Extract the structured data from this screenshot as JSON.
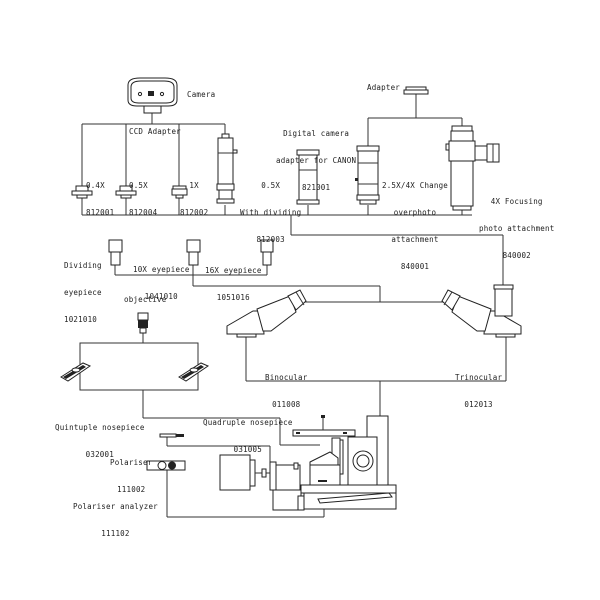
{
  "diagram": {
    "title": "Inverted metallurgical microscope accessory system diagram",
    "components": {
      "camera": {
        "label": "Camera"
      },
      "ccd_adapter": {
        "label": "CCD Adapter"
      },
      "adapter_04x": {
        "label": "0.4X",
        "code": "812001"
      },
      "adapter_05x": {
        "label": "0.5X",
        "code": "812004"
      },
      "adapter_1x": {
        "label": "1X",
        "code": "812002"
      },
      "adapter_05x_dividing": {
        "label": "0.5X",
        "label2": "With dividing",
        "code": "812003"
      },
      "digital_camera_adapter": {
        "label": "Digital camera",
        "label2": "adapter for CANON",
        "code": "821001"
      },
      "adapter": {
        "label": "Adapter"
      },
      "change_overphoto": {
        "label": "2.5X/4X Change",
        "label2": "overphoto",
        "label3": "attachment",
        "code": "840001"
      },
      "focusing_photo": {
        "label": "4X Focusing",
        "label2": "photo attachment",
        "code": "840002"
      },
      "dividing_eyepiece": {
        "label": "Dividing",
        "label2": "eyepiece",
        "code": "1021010"
      },
      "eyepiece_10x": {
        "label": "10X eyepiece",
        "code": "1041010"
      },
      "eyepiece_16x": {
        "label": "16X eyepiece",
        "code": "1051016"
      },
      "objective": {
        "label": "objective"
      },
      "binocular": {
        "label": "Binocular",
        "code": "011008"
      },
      "trinocular": {
        "label": "Trinocular",
        "code": "012013"
      },
      "quintuple_nosepiece": {
        "label": "Quintuple nosepiece",
        "code": "032001"
      },
      "quadruple_nosepiece": {
        "label": "Quadruple nosepiece",
        "code": "031005"
      },
      "polariser": {
        "label": "Polariser",
        "code": "111002"
      },
      "polariser_analyzer": {
        "label": "Polariser analyzer",
        "code": "111102"
      }
    }
  }
}
